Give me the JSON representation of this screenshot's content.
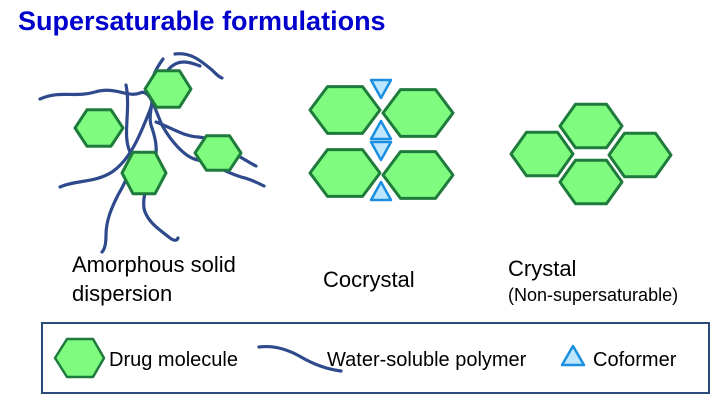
{
  "title": "Supersaturable formulations",
  "panels": {
    "amorphous": {
      "line1": "Amorphous solid",
      "line2": "dispersion"
    },
    "cocrystal": {
      "label": "Cocrystal"
    },
    "crystal": {
      "label": "Crystal",
      "sublabel": "(Non-supersaturable)"
    }
  },
  "legend": {
    "drug": "Drug molecule",
    "polymer": "Water-soluble polymer",
    "coformer": "Coformer"
  },
  "colors": {
    "title": "#0000cc",
    "hex_fill": "#7ffb7f",
    "hex_stroke": "#1e7b3c",
    "polymer": "#2e4a8c",
    "coformer_fill": "#bfe6ff",
    "coformer_stroke": "#1a8fe0",
    "legend_border": "#2a4a7a"
  }
}
